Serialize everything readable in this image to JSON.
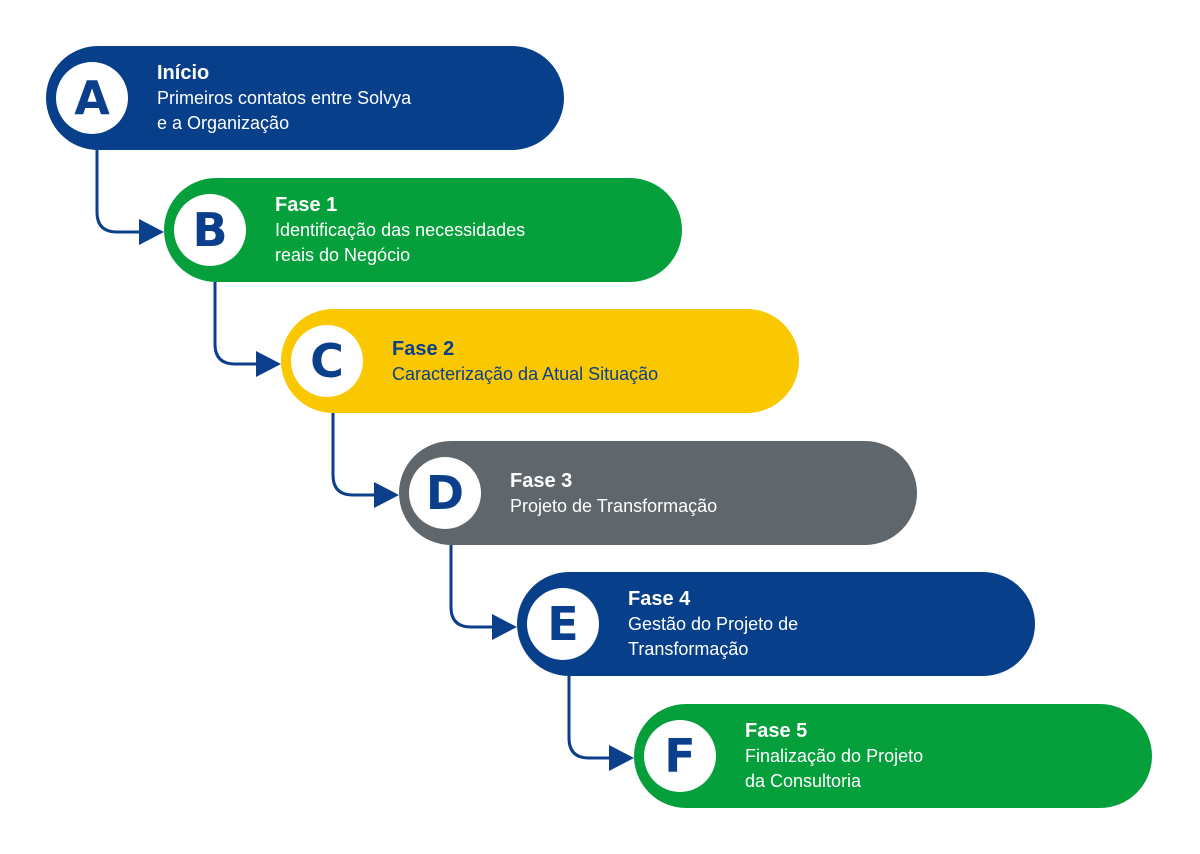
{
  "colors": {
    "blue": "#073f8a",
    "green": "#05a03c",
    "yellow": "#fac800",
    "gray": "#5f676c",
    "connector": "#0b3f8c"
  },
  "steps": [
    {
      "letter": "A",
      "title": "Início",
      "description": "Primeiros contatos entre Solvya\ne a Organização",
      "color": "blue"
    },
    {
      "letter": "B",
      "title": "Fase 1",
      "description": "Identificação das necessidades\nreais do Negócio",
      "color": "green"
    },
    {
      "letter": "C",
      "title": "Fase 2",
      "description": "Caracterização da Atual Situação",
      "color": "yellow"
    },
    {
      "letter": "D",
      "title": "Fase 3",
      "description": "Projeto de Transformação",
      "color": "gray"
    },
    {
      "letter": "E",
      "title": "Fase 4",
      "description": "Gestão do Projeto de\nTransformação",
      "color": "blue"
    },
    {
      "letter": "F",
      "title": "Fase 5",
      "description": "Finalização do Projeto\nda Consultoria",
      "color": "green"
    }
  ]
}
